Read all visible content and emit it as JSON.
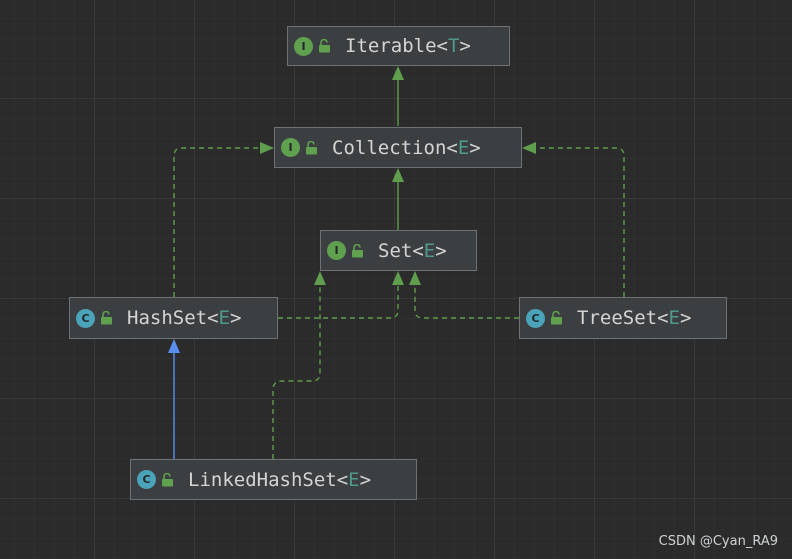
{
  "colors": {
    "interface_badge": "#5fa14f",
    "class_badge": "#4aa3b9",
    "generalization_edge": "#5f9e4c",
    "realization_edge": "#5f9e4c",
    "inheritance_edge": "#5a8ff0",
    "type_parameter": "#4e9a8c"
  },
  "nodes": {
    "iterable": {
      "kind": "interface",
      "badge": "I",
      "icon": "lock-open-icon",
      "name": "Iterable",
      "open": "<",
      "param": "T",
      "close": ">"
    },
    "collection": {
      "kind": "interface",
      "badge": "I",
      "icon": "lock-open-icon",
      "name": "Collection",
      "open": "<",
      "param": "E",
      "close": ">"
    },
    "set": {
      "kind": "interface",
      "badge": "I",
      "icon": "lock-open-icon",
      "name": "Set",
      "open": "<",
      "param": "E",
      "close": ">"
    },
    "hashset": {
      "kind": "class",
      "badge": "C",
      "icon": "lock-open-icon",
      "name": "HashSet",
      "open": "<",
      "param": "E",
      "close": ">"
    },
    "treeset": {
      "kind": "class",
      "badge": "C",
      "icon": "lock-open-icon",
      "name": "TreeSet",
      "open": "<",
      "param": "E",
      "close": ">"
    },
    "linkedhashset": {
      "kind": "class",
      "badge": "C",
      "icon": "lock-open-icon",
      "name": "LinkedHashSet",
      "open": "<",
      "param": "E",
      "close": ">"
    }
  },
  "edges": [
    {
      "from": "collection",
      "to": "iterable",
      "style": "solid",
      "color": "generalization_edge"
    },
    {
      "from": "set",
      "to": "collection",
      "style": "solid",
      "color": "generalization_edge"
    },
    {
      "from": "hashset",
      "to": "collection",
      "style": "dashed",
      "color": "realization_edge"
    },
    {
      "from": "treeset",
      "to": "collection",
      "style": "dashed",
      "color": "realization_edge"
    },
    {
      "from": "hashset",
      "to": "set",
      "style": "dashed",
      "color": "realization_edge"
    },
    {
      "from": "treeset",
      "to": "set",
      "style": "dashed",
      "color": "realization_edge"
    },
    {
      "from": "linkedhashset",
      "to": "set",
      "style": "dashed",
      "color": "realization_edge"
    },
    {
      "from": "linkedhashset",
      "to": "hashset",
      "style": "solid",
      "color": "inheritance_edge"
    }
  ],
  "watermark": "CSDN @Cyan_RA9"
}
